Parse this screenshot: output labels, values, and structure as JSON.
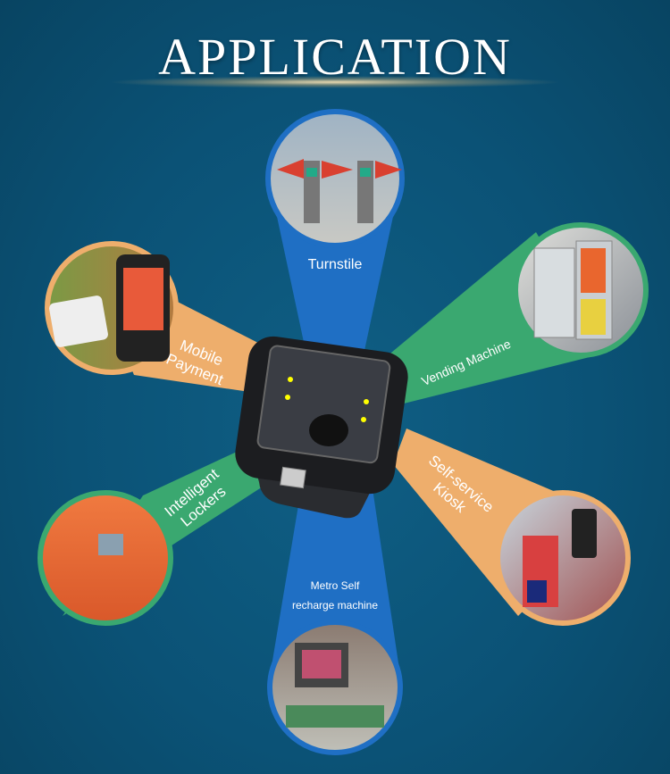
{
  "title": "APPLICATION",
  "colors": {
    "background": "#0b5276",
    "blue": "#1f6fc4",
    "green": "#3aa870",
    "orange": "#eeae6c"
  },
  "applications": [
    {
      "label": "Turnstile",
      "color": "blue"
    },
    {
      "label": "Vending Machine",
      "color": "green"
    },
    {
      "label_line1": "Mobile",
      "label_line2": "Payment",
      "color": "orange"
    },
    {
      "label_line1": "Intelligent",
      "label_line2": "Lockers",
      "color": "green"
    },
    {
      "label_line1": "Self-service",
      "label_line2": "Kiosk",
      "color": "orange"
    },
    {
      "label_line1": "Metro Self",
      "label_line2": "recharge machine",
      "color": "blue"
    }
  ]
}
